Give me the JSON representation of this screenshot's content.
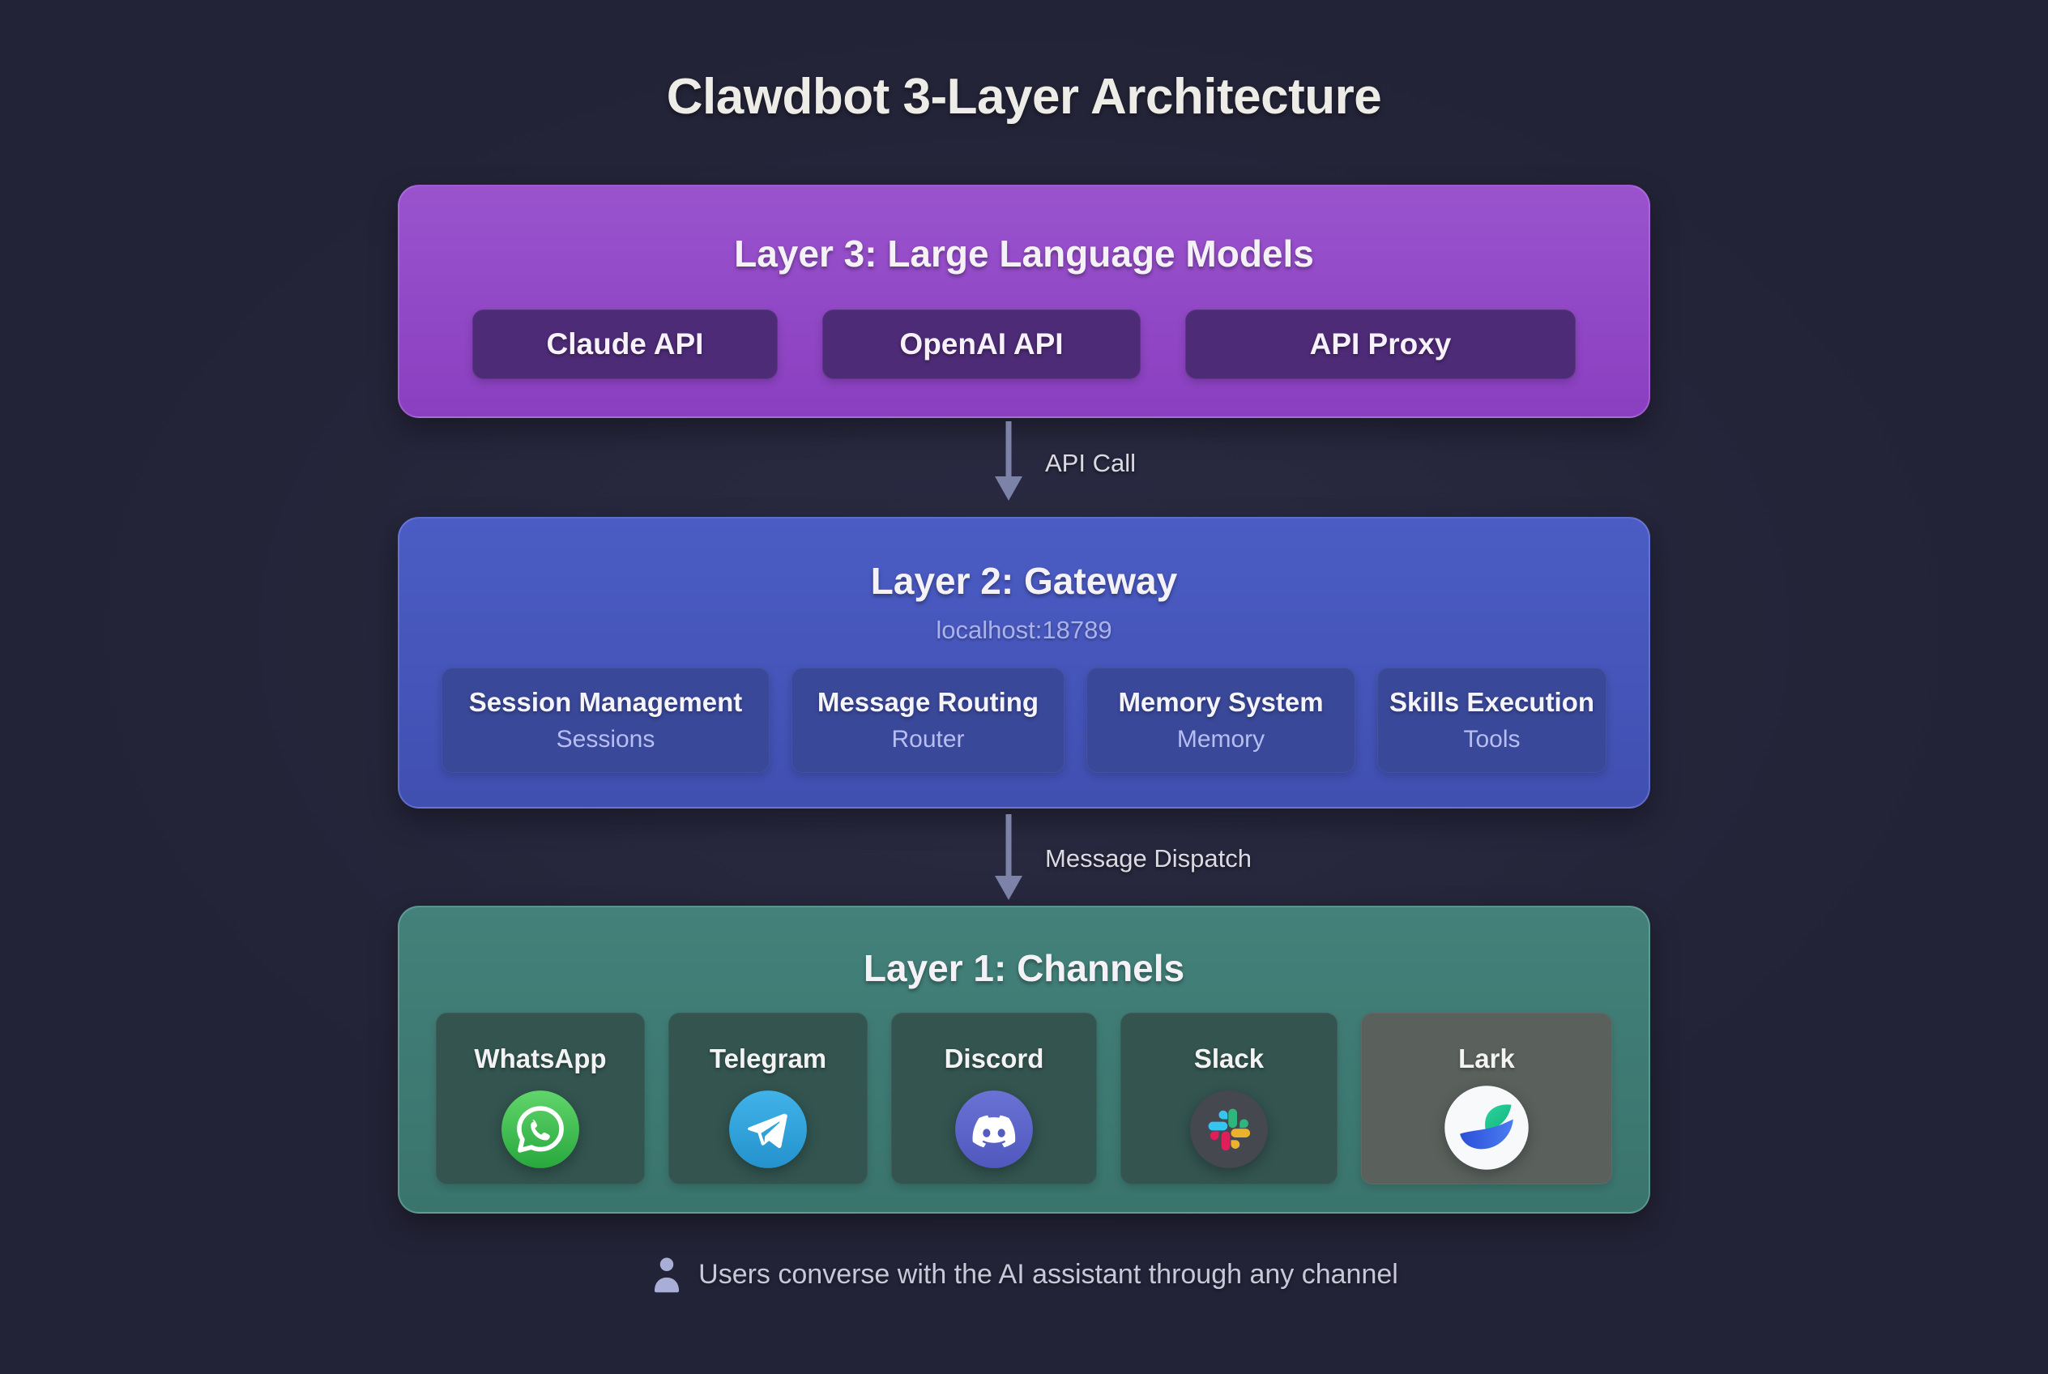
{
  "title": "Clawdbot 3-Layer Architecture",
  "layers": {
    "llm": {
      "title": "Layer 3: Large Language Models",
      "items": [
        "Claude API",
        "OpenAI API",
        "API Proxy"
      ]
    },
    "gateway": {
      "title": "Layer 2: Gateway",
      "address": "localhost:18789",
      "modules": [
        {
          "title": "Session Management",
          "subtitle": "Sessions"
        },
        {
          "title": "Message Routing",
          "subtitle": "Router"
        },
        {
          "title": "Memory System",
          "subtitle": "Memory"
        },
        {
          "title": "Skills Execution",
          "subtitle": "Tools"
        }
      ]
    },
    "channels": {
      "title": "Layer 1: Channels",
      "items": [
        {
          "label": "WhatsApp",
          "icon": "whatsapp-icon"
        },
        {
          "label": "Telegram",
          "icon": "telegram-icon"
        },
        {
          "label": "Discord",
          "icon": "discord-icon"
        },
        {
          "label": "Slack",
          "icon": "slack-icon"
        },
        {
          "label": "Lark",
          "icon": "lark-icon"
        }
      ]
    }
  },
  "flows": {
    "llm_to_gateway": "API Call",
    "gateway_to_channels": "Message Dispatch"
  },
  "caption": {
    "icon": "user-icon",
    "text": "Users converse with the AI assistant through any channel"
  },
  "palette": {
    "background": "#232337",
    "layer3_fill": "#8f47c4",
    "layer3_item_fill": "#4e2b77",
    "layer2_fill": "#4656bc",
    "layer2_item_fill": "#3a4899",
    "layer2_address_text": "#aab2ec",
    "layer1_fill": "#3f7b74",
    "layer1_item_fill": "#33544f",
    "lark_item_fill": "#5a615d",
    "arrow": "#7d83a8",
    "whatsapp_green": "#3fb54f",
    "telegram_blue": "#2aa4dd",
    "discord_blurple": "#5a63c8",
    "slack_circle": "#45484e",
    "slack_blue": "#36C5F0",
    "slack_green": "#2EB67D",
    "slack_red": "#E01E5A",
    "slack_yellow": "#ECB22E",
    "lark_green": "#1fc68e",
    "lark_blue": "#3a66e0"
  }
}
